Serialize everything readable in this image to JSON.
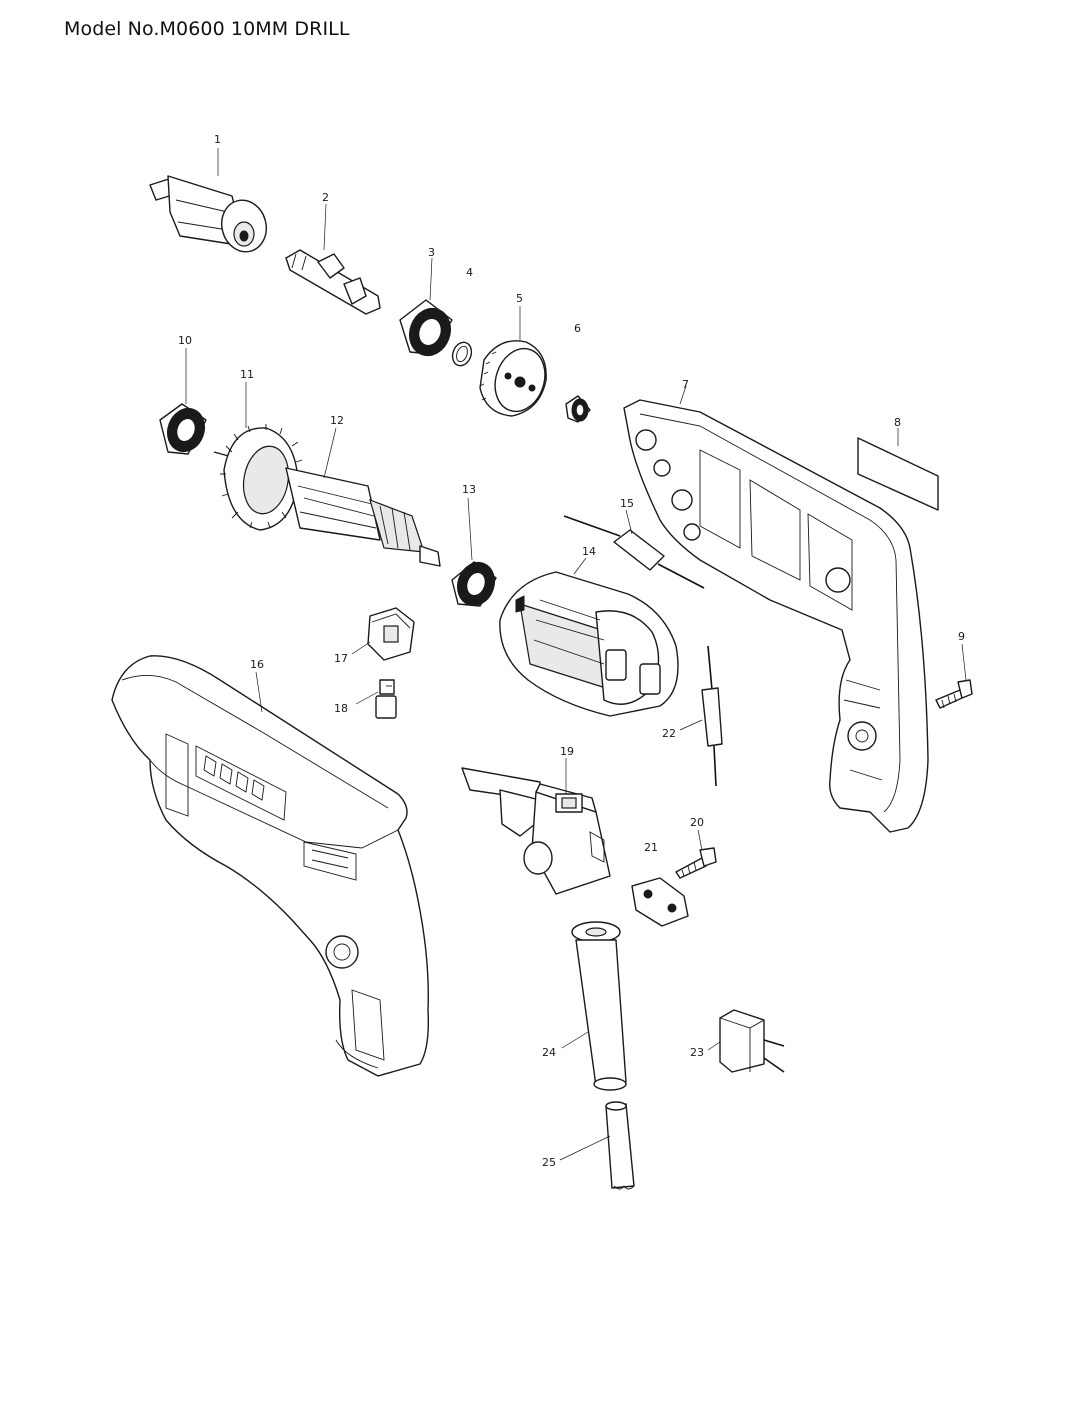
{
  "header": {
    "title": "Model No.M0600 10MM DRILL"
  },
  "callouts": [
    {
      "num": "1",
      "part": "drill-chuck"
    },
    {
      "num": "2",
      "part": "spindle"
    },
    {
      "num": "3",
      "part": "ball-bearing"
    },
    {
      "num": "4",
      "part": "retaining-ring"
    },
    {
      "num": "5",
      "part": "spur-gear"
    },
    {
      "num": "6",
      "part": "needle-bearing"
    },
    {
      "num": "7",
      "part": "housing-left"
    },
    {
      "num": "8",
      "part": "name-plate"
    },
    {
      "num": "9",
      "part": "tapping-screw"
    },
    {
      "num": "10",
      "part": "ball-bearing"
    },
    {
      "num": "11",
      "part": "fan"
    },
    {
      "num": "12",
      "part": "armature"
    },
    {
      "num": "13",
      "part": "ball-bearing"
    },
    {
      "num": "14",
      "part": "field"
    },
    {
      "num": "15",
      "part": "capacitor"
    },
    {
      "num": "16",
      "part": "housing-right"
    },
    {
      "num": "17",
      "part": "brush-holder"
    },
    {
      "num": "18",
      "part": "carbon-brush"
    },
    {
      "num": "19",
      "part": "switch"
    },
    {
      "num": "20",
      "part": "screw"
    },
    {
      "num": "21",
      "part": "strain-relief"
    },
    {
      "num": "22",
      "part": "capacitor"
    },
    {
      "num": "23",
      "part": "noise-suppressor"
    },
    {
      "num": "24",
      "part": "cord-guard"
    },
    {
      "num": "25",
      "part": "cord"
    }
  ]
}
